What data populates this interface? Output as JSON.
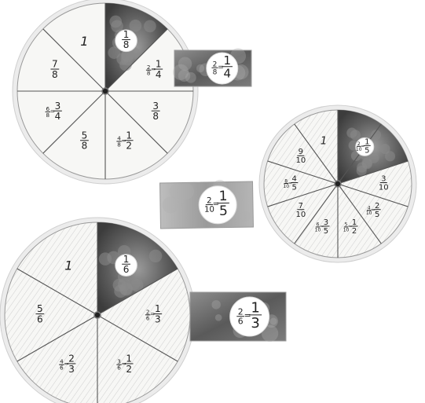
{
  "colors": {
    "paper": "#f7f7f5",
    "rim": "#dcdcdc",
    "line": "#555555",
    "hatch": "#c8c8c8",
    "photo_dark": "#4a4a4a",
    "photo_mid": "#7a7a7a",
    "photo_light": "#a8a8a8"
  },
  "wheels": [
    {
      "name": "eighths-wheel",
      "parts": 8,
      "photo_slices": 1,
      "hatched": false,
      "slice_labels": [
        {
          "whole": "",
          "num": "1",
          "den": "8",
          "badge": true
        },
        {
          "whole": "",
          "num": "2",
          "den": "8",
          "eq_num": "1",
          "eq_den": "4"
        },
        {
          "whole": "",
          "num": "3",
          "den": "8"
        },
        {
          "whole": "",
          "num": "4",
          "den": "8",
          "eq_num": "1",
          "eq_den": "2"
        },
        {
          "whole": "",
          "num": "5",
          "den": "8"
        },
        {
          "whole": "",
          "num": "6",
          "den": "8",
          "eq_num": "3",
          "eq_den": "4"
        },
        {
          "whole": "",
          "num": "7",
          "den": "8"
        },
        {
          "whole": "1"
        }
      ]
    },
    {
      "name": "tenths-wheel",
      "parts": 10,
      "photo_slices": 2,
      "hatched": true,
      "slice_labels": [
        {
          "whole": "",
          "num": "2",
          "den": "10",
          "eq_num": "1",
          "eq_den": "5",
          "badge": true
        },
        {
          "whole": "",
          "num": "3",
          "den": "10"
        },
        {
          "whole": "",
          "num": "4",
          "den": "10",
          "eq_num": "2",
          "eq_den": "5"
        },
        {
          "whole": "",
          "num": "5",
          "den": "10",
          "eq_num": "1",
          "eq_den": "2"
        },
        {
          "whole": "",
          "num": "6",
          "den": "10",
          "eq_num": "3",
          "eq_den": "5"
        },
        {
          "whole": "",
          "num": "7",
          "den": "10"
        },
        {
          "whole": "",
          "num": "8",
          "den": "10",
          "eq_num": "4",
          "eq_den": "5"
        },
        {
          "whole": "",
          "num": "9",
          "den": "10"
        },
        {
          "whole": "1"
        }
      ]
    },
    {
      "name": "sixths-wheel",
      "parts": 6,
      "photo_slices": 1,
      "hatched": true,
      "slice_labels": [
        {
          "whole": "",
          "num": "1",
          "den": "6",
          "badge": true
        },
        {
          "whole": "",
          "num": "2",
          "den": "6",
          "eq_num": "1",
          "eq_den": "3"
        },
        {
          "whole": "",
          "num": "3",
          "den": "6",
          "eq_num": "1",
          "eq_den": "2"
        },
        {
          "whole": "",
          "num": "4",
          "den": "6",
          "eq_num": "2",
          "eq_den": "3"
        },
        {
          "whole": "",
          "num": "5",
          "den": "6"
        },
        {
          "whole": "1"
        }
      ]
    }
  ],
  "cards": [
    {
      "name": "card-two-eighths",
      "num": "2",
      "den": "8",
      "eq_num": "1",
      "eq_den": "4"
    },
    {
      "name": "card-two-tenths",
      "num": "2",
      "den": "10",
      "eq_num": "1",
      "eq_den": "5"
    },
    {
      "name": "card-two-sixths",
      "num": "2",
      "den": "6",
      "eq_num": "1",
      "eq_den": "3"
    }
  ]
}
